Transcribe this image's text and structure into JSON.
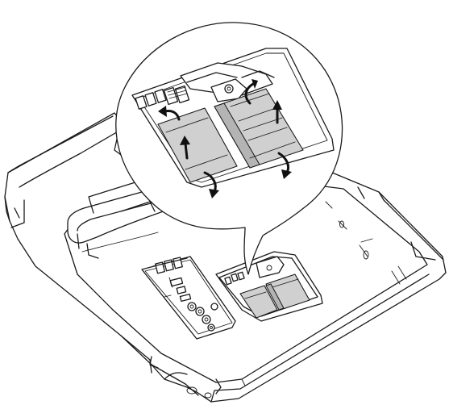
{
  "colors": {
    "line": "#1a1a1a",
    "memory_module_fill": "#d0d0d0",
    "background": "#ffffff"
  },
  "icons": [
    "monitor-base-outline",
    "connector-panel",
    "memory-compartment",
    "memory-module",
    "callout-magnifier",
    "curved-arrow-icon",
    "straight-arrow-icon"
  ]
}
